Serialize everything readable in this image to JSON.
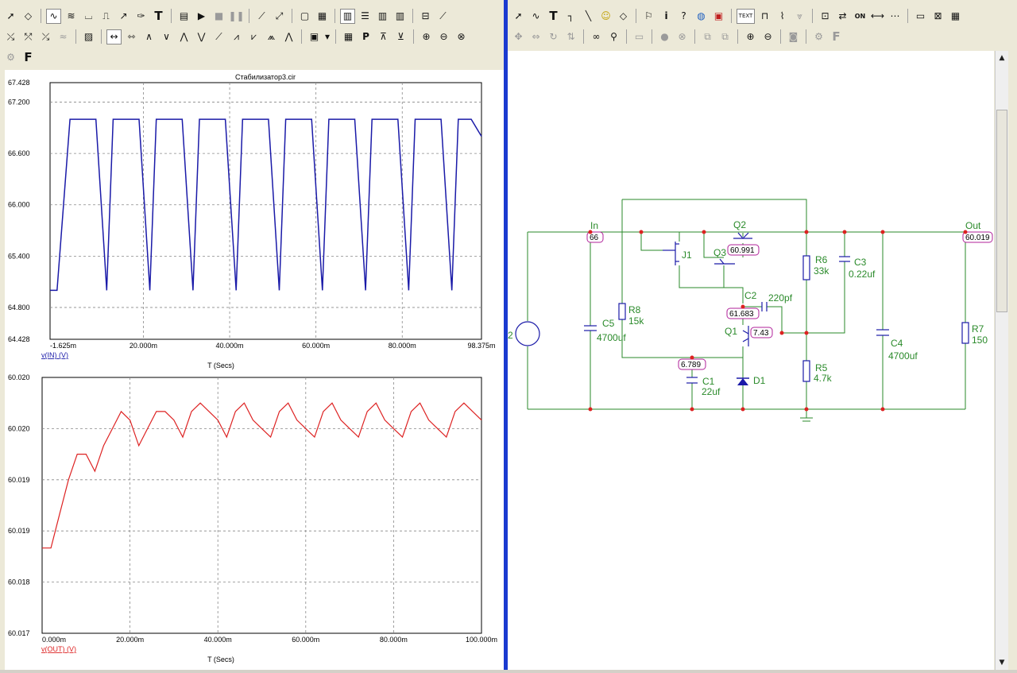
{
  "toolbar_left_row1": [
    "cursor-icon",
    "shapes-icon",
    "line-icon",
    "wave-icon",
    "cut-icon",
    "signal-icon",
    "edit-icon",
    "text-icon",
    "properties-icon",
    "run-icon",
    "stop-icon",
    "pause-icon",
    "diag-a-icon",
    "diag-b-icon",
    "grid-a-icon",
    "grid-b-icon",
    "bars-a-icon",
    "bars-b-icon",
    "bars-c-icon",
    "bars-d-icon",
    "bars-e-icon",
    "cursor-line-icon"
  ],
  "toolbar_left_row2": [
    "wave-a-icon",
    "wave-b-icon",
    "wave-c-icon",
    "wave-d-icon",
    "chart-icon",
    "cursor-a-icon",
    "cursor-b-icon",
    "peak-icon",
    "valley-icon",
    "high-icon",
    "low-icon",
    "inflect-icon",
    "slope-icon",
    "min-icon",
    "max-icon",
    "sum-icon",
    "print-icon",
    "table-icon",
    "p-icon",
    "tag-a-icon",
    "tag-b-icon",
    "zoom-in-icon",
    "zoom-out-icon",
    "zoom-fit-icon"
  ],
  "toolbar_left_row3": [
    "gear-icon",
    "font-icon"
  ],
  "toolbar_left_row3_text": {
    "font": "F"
  },
  "toolbar_right_row1": [
    "cursor-icon",
    "wave-icon",
    "text-icon",
    "wire-icon",
    "diagonal-icon",
    "bulb-icon",
    "shapes-icon",
    "flag-icon",
    "info-icon",
    "help-icon",
    "globe-icon",
    "component-icon",
    "text-tag-icon",
    "pin-icon",
    "node-icon",
    "down-icon",
    "part-icon",
    "switch-icon",
    "on-icon",
    "line-icon",
    "dotted-icon",
    "box-icon",
    "close-icon",
    "grid-icon"
  ],
  "toolbar_right_row1_text": {
    "text_tag": "TEXT",
    "on": "ON"
  },
  "toolbar_right_row2": [
    "move-icon",
    "mirror-icon",
    "rotate-icon",
    "flip-icon",
    "binoculars-icon",
    "find-icon",
    "scope-icon",
    "stop-icon",
    "cancel-icon",
    "copy-icon",
    "paste-icon",
    "zoom-in-icon",
    "zoom-out-icon",
    "camera-icon",
    "gear-icon",
    "font-icon"
  ],
  "plot": {
    "title": "Стабилизатор3.cir",
    "top": {
      "y_ticks": [
        "67.428",
        "67.200",
        "66.600",
        "66.000",
        "65.400",
        "64.800",
        "64.428"
      ],
      "x_ticks": [
        "-1.625m",
        "20.000m",
        "40.000m",
        "60.000m",
        "80.000m",
        "98.375m"
      ],
      "trace_label": "v(IN) (V)",
      "x_axis_label": "T (Secs)",
      "color": "#1a1aa8"
    },
    "bottom": {
      "y_ticks": [
        "60.020",
        "60.020",
        "60.019",
        "60.019",
        "60.018",
        "60.017"
      ],
      "x_ticks": [
        "0.000m",
        "20.000m",
        "40.000m",
        "60.000m",
        "80.000m",
        "100.000m"
      ],
      "trace_label": "v(OUT) (V)",
      "x_axis_label": "T (Secs)",
      "color": "#dd2222"
    }
  },
  "chart_data": [
    {
      "type": "line",
      "title": "Стабилизатор3.cir",
      "xlabel": "T (Secs)",
      "ylabel": "v(IN) (V)",
      "xlim": [
        -0.001625,
        0.098375
      ],
      "ylim": [
        64.428,
        67.428
      ],
      "series": [
        {
          "name": "v(IN) (V)",
          "x": [
            -0.001625,
            0.0,
            0.003,
            0.006,
            0.009,
            0.0115,
            0.013,
            0.016,
            0.019,
            0.0215,
            0.023,
            0.026,
            0.029,
            0.0315,
            0.033,
            0.036,
            0.039,
            0.0415,
            0.043,
            0.046,
            0.049,
            0.0515,
            0.053,
            0.056,
            0.059,
            0.0615,
            0.063,
            0.066,
            0.069,
            0.0715,
            0.073,
            0.076,
            0.079,
            0.0815,
            0.083,
            0.086,
            0.089,
            0.0915,
            0.093,
            0.096,
            0.098375
          ],
          "y": [
            65.0,
            65.0,
            67.0,
            67.0,
            67.0,
            65.0,
            67.0,
            67.0,
            67.0,
            65.0,
            67.0,
            67.0,
            67.0,
            65.0,
            67.0,
            67.0,
            67.0,
            65.0,
            67.0,
            67.0,
            67.0,
            65.0,
            67.0,
            67.0,
            67.0,
            65.0,
            67.0,
            67.0,
            67.0,
            65.0,
            67.0,
            67.0,
            67.0,
            65.0,
            67.0,
            67.0,
            67.0,
            65.0,
            67.0,
            67.0,
            66.8
          ]
        }
      ]
    },
    {
      "type": "line",
      "title": "",
      "xlabel": "T (Secs)",
      "ylabel": "v(OUT) (V)",
      "xlim": [
        0.0,
        0.1
      ],
      "ylim": [
        60.017,
        60.02
      ],
      "series": [
        {
          "name": "v(OUT) (V)",
          "x": [
            0.0,
            0.002,
            0.004,
            0.006,
            0.008,
            0.01,
            0.012,
            0.014,
            0.016,
            0.018,
            0.02,
            0.022,
            0.024,
            0.026,
            0.028,
            0.03,
            0.032,
            0.034,
            0.036,
            0.038,
            0.04,
            0.042,
            0.044,
            0.046,
            0.048,
            0.05,
            0.052,
            0.054,
            0.056,
            0.058,
            0.06,
            0.062,
            0.064,
            0.066,
            0.068,
            0.07,
            0.072,
            0.074,
            0.076,
            0.078,
            0.08,
            0.082,
            0.084,
            0.086,
            0.088,
            0.09,
            0.092,
            0.094,
            0.096,
            0.098,
            0.1
          ],
          "y": [
            60.018,
            60.018,
            60.0184,
            60.0188,
            60.0191,
            60.0191,
            60.0189,
            60.0192,
            60.0194,
            60.0196,
            60.0195,
            60.0192,
            60.0194,
            60.0196,
            60.0196,
            60.0195,
            60.0193,
            60.0196,
            60.0197,
            60.0196,
            60.0195,
            60.0193,
            60.0196,
            60.0197,
            60.0195,
            60.0194,
            60.0193,
            60.0196,
            60.0197,
            60.0195,
            60.0194,
            60.0193,
            60.0196,
            60.0197,
            60.0195,
            60.0194,
            60.0193,
            60.0196,
            60.0197,
            60.0195,
            60.0194,
            60.0193,
            60.0196,
            60.0197,
            60.0195,
            60.0194,
            60.0193,
            60.0196,
            60.0197,
            60.0196,
            60.0195
          ]
        }
      ]
    }
  ],
  "schematic": {
    "node_in": {
      "label": "In",
      "value": "66"
    },
    "node_out": {
      "label": "Out",
      "value": "60.019"
    },
    "source_label": "2",
    "components": {
      "C5": {
        "name": "C5",
        "value": "4700uf"
      },
      "R8": {
        "name": "R8",
        "value": "15k"
      },
      "J1": {
        "name": "J1"
      },
      "Q3": {
        "name": "Q3"
      },
      "Q2": {
        "name": "Q2"
      },
      "Q1": {
        "name": "Q1"
      },
      "C2": {
        "name": "C2",
        "value": "220pf"
      },
      "R6": {
        "name": "R6",
        "value": "33k"
      },
      "C3": {
        "name": "C3",
        "value": "0.22uf"
      },
      "R5": {
        "name": "R5",
        "value": "4.7k"
      },
      "C4": {
        "name": "C4",
        "value": "4700uf"
      },
      "R7": {
        "name": "R7",
        "value": "150"
      },
      "C1": {
        "name": "C1",
        "value": "22uf"
      },
      "D1": {
        "name": "D1"
      }
    },
    "probes": {
      "q2": "60.991",
      "c2": "61.683",
      "q1": "7.43",
      "c1": "6.789"
    },
    "colors": {
      "wire": "#2a8a2a",
      "component": "#1a1aa8",
      "label": "#2a8a2a",
      "node": "#dd2222",
      "probe_border": "#b0209a"
    }
  }
}
